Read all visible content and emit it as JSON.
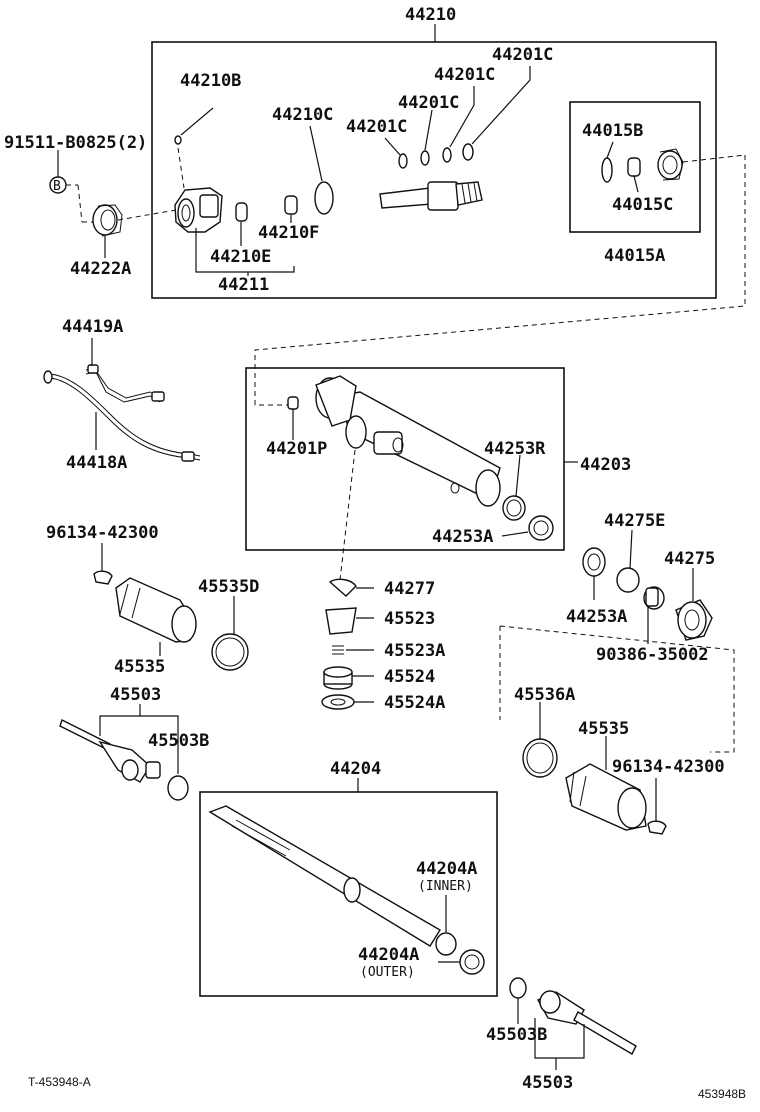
{
  "diagram": {
    "labels": {
      "l44210": "44210",
      "l44210B": "44210B",
      "l91511": "91511-B0825(2)",
      "lB": "B",
      "l44222A": "44222A",
      "l44210C": "44210C",
      "l44201C_1": "44201C",
      "l44201C_2": "44201C",
      "l44201C_3": "44201C",
      "l44201C_4": "44201C",
      "l44015B": "44015B",
      "l44015C": "44015C",
      "l44015A": "44015A",
      "l44210F": "44210F",
      "l44210E": "44210E",
      "l44211": "44211",
      "l44419A": "44419A",
      "l44418A": "44418A",
      "l44201P": "44201P",
      "l44253R": "44253R",
      "l44203": "44203",
      "l44253A_top": "44253A",
      "l96134_left": "96134-42300",
      "l45535D": "45535D",
      "l45535_left": "45535",
      "l44277": "44277",
      "l45523": "45523",
      "l45523A": "45523A",
      "l45524": "45524",
      "l45524A": "45524A",
      "l44275E": "44275E",
      "l44275": "44275",
      "l44253A_right": "44253A",
      "l90386": "90386-35002",
      "l45503_left": "45503",
      "l45503B_left": "45503B",
      "l45536A": "45536A",
      "l45535_right": "45535",
      "l96134_right": "96134-42300",
      "l44204": "44204",
      "l44204A_inner": "44204A",
      "inner_note": "(INNER)",
      "l44204A_outer": "44204A",
      "outer_note": "(OUTER)",
      "l45503B_right": "45503B",
      "l45503_right": "45503",
      "footer_left": "T-453948-A",
      "footer_right": "453948B"
    }
  }
}
